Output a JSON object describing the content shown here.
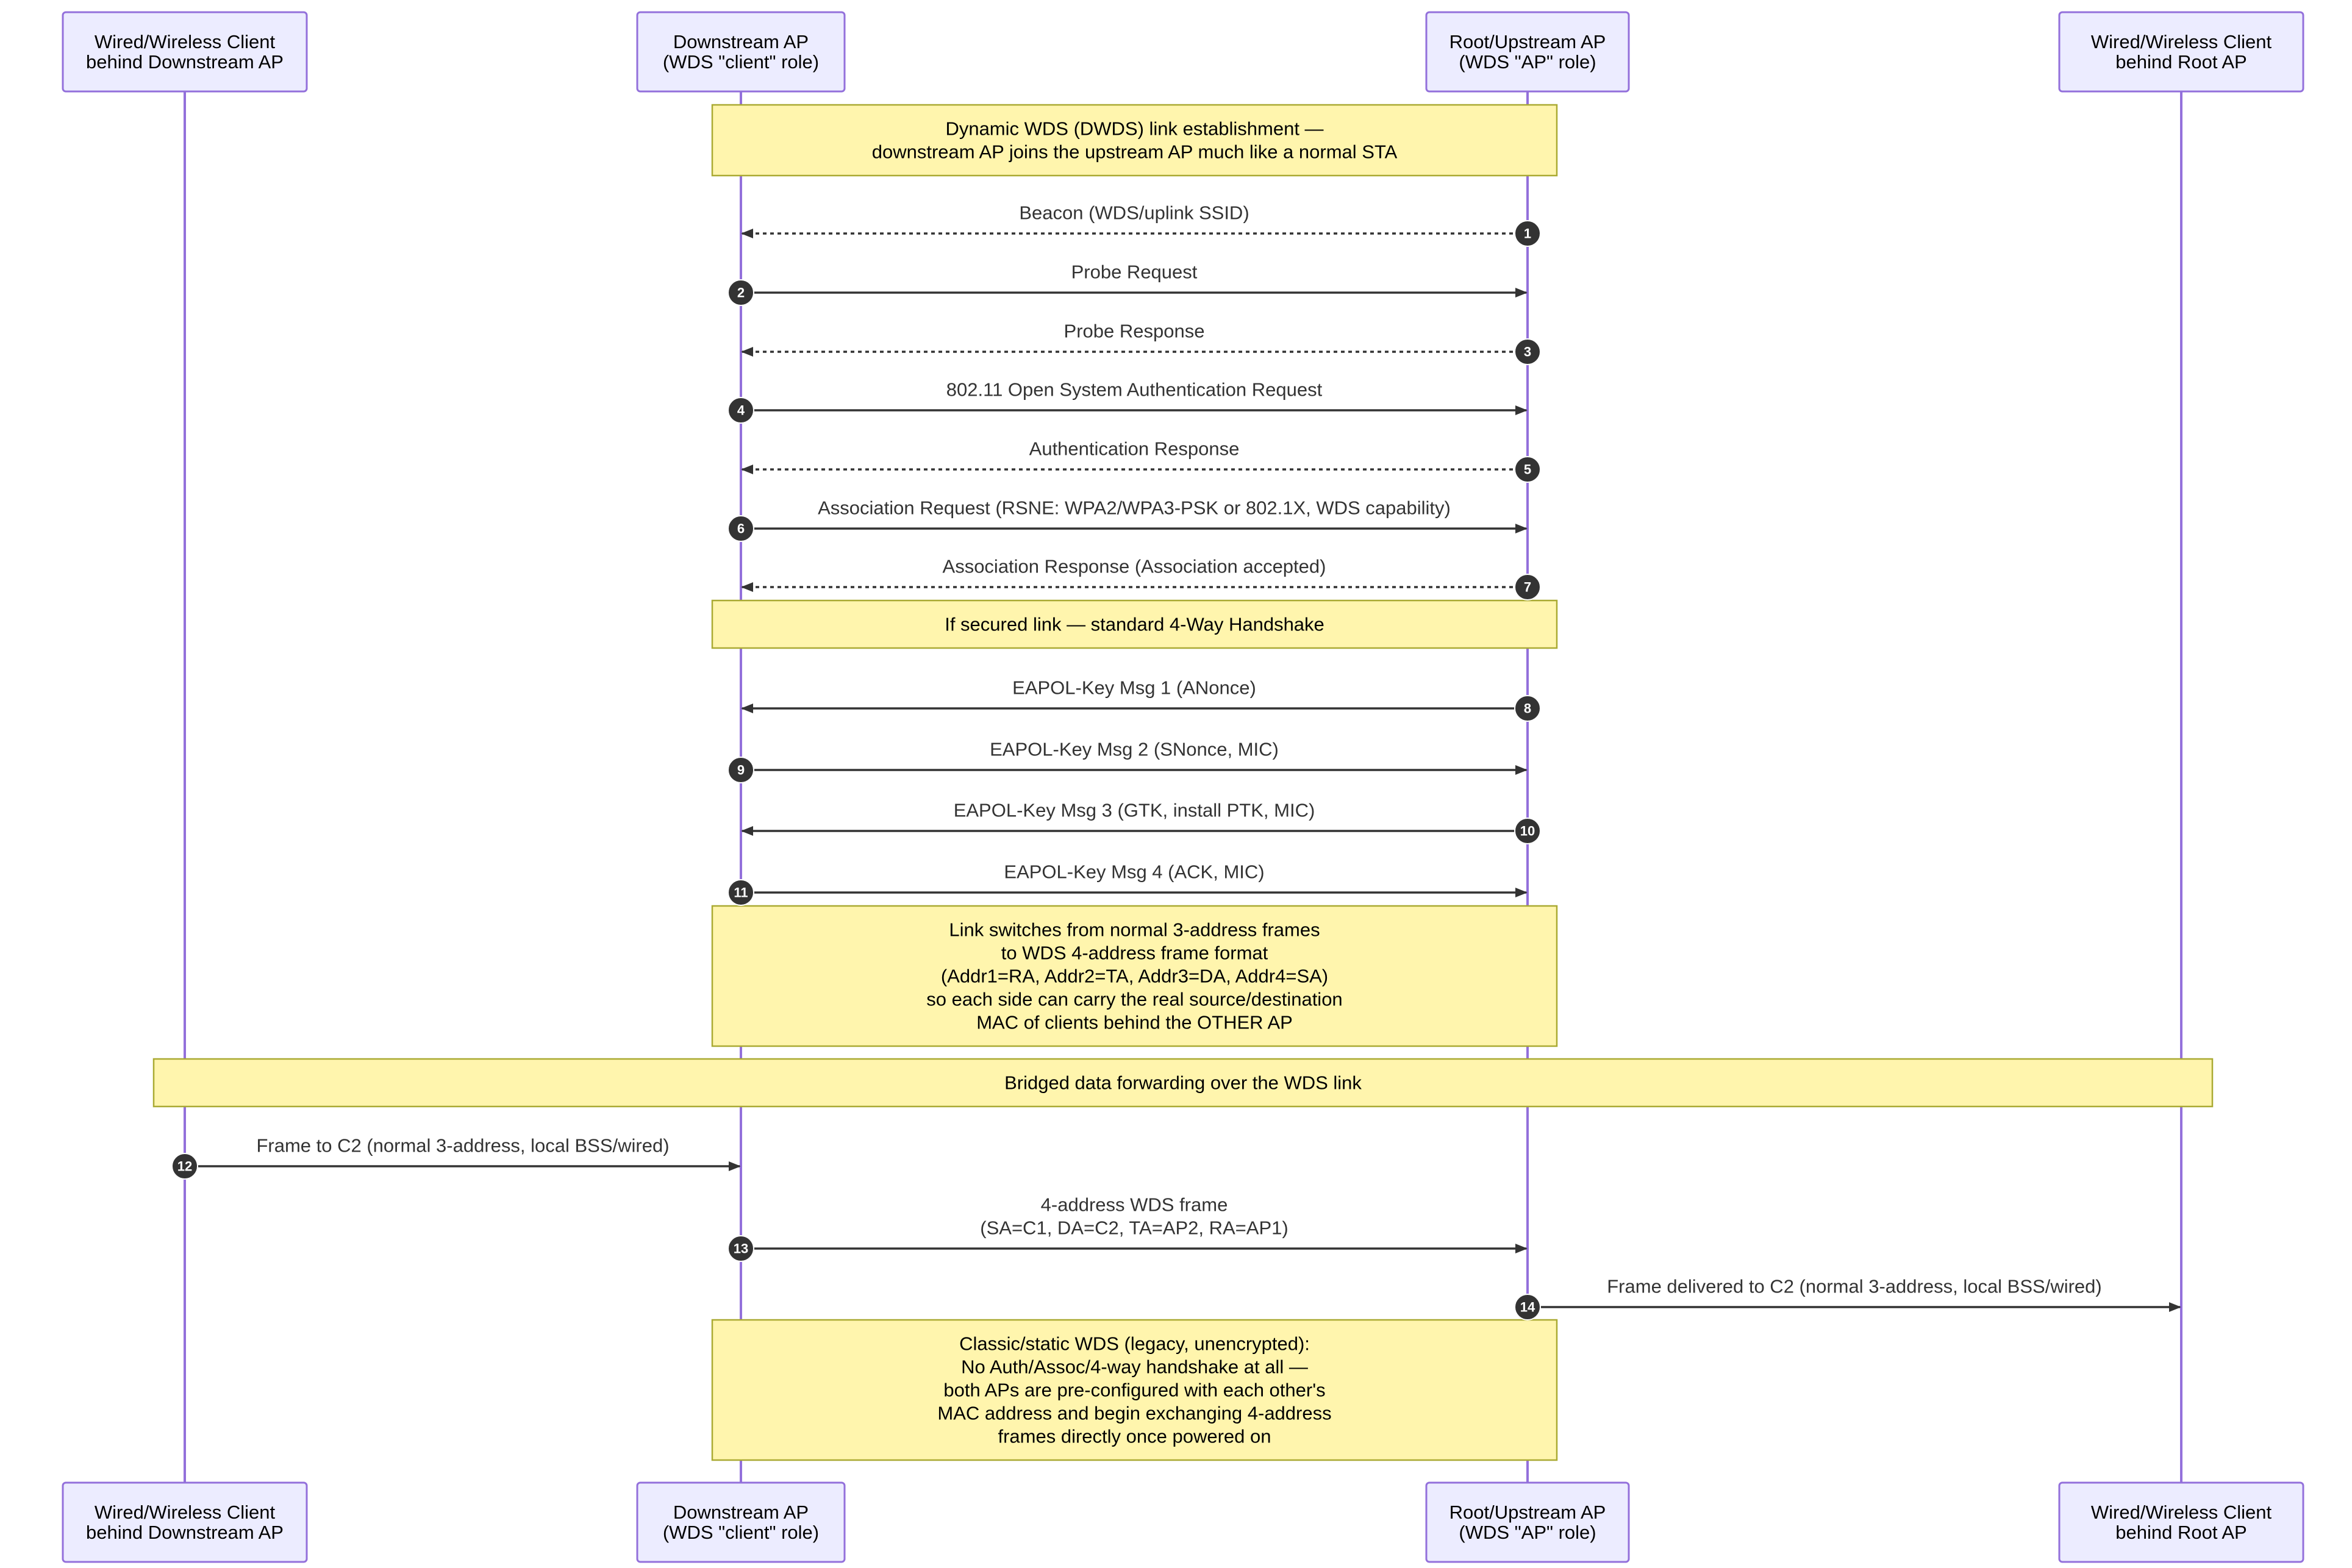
{
  "participants": [
    {
      "id": "C1",
      "label_lines": [
        "Wired/Wireless Client",
        "behind Downstream AP"
      ]
    },
    {
      "id": "AP2",
      "label_lines": [
        "Downstream AP",
        "(WDS \"client\" role)"
      ]
    },
    {
      "id": "AP1",
      "label_lines": [
        "Root/Upstream AP",
        "(WDS \"AP\" role)"
      ]
    },
    {
      "id": "C2",
      "label_lines": [
        "Wired/Wireless Client",
        "behind Root AP"
      ]
    }
  ],
  "steps": [
    {
      "kind": "note",
      "over": [
        "AP2",
        "AP1"
      ],
      "lines": [
        "Dynamic WDS (DWDS) link establishment —",
        "downstream AP joins the upstream AP much like a normal STA"
      ]
    },
    {
      "kind": "message",
      "seq": "1",
      "from": "AP1",
      "to": "AP2",
      "style": "dotted",
      "lines": [
        "Beacon (WDS/uplink SSID)"
      ]
    },
    {
      "kind": "message",
      "seq": "2",
      "from": "AP2",
      "to": "AP1",
      "style": "solid",
      "lines": [
        "Probe Request"
      ]
    },
    {
      "kind": "message",
      "seq": "3",
      "from": "AP1",
      "to": "AP2",
      "style": "dotted",
      "lines": [
        "Probe Response"
      ]
    },
    {
      "kind": "message",
      "seq": "4",
      "from": "AP2",
      "to": "AP1",
      "style": "solid",
      "lines": [
        "802.11 Open System Authentication Request"
      ]
    },
    {
      "kind": "message",
      "seq": "5",
      "from": "AP1",
      "to": "AP2",
      "style": "dotted",
      "lines": [
        "Authentication Response"
      ]
    },
    {
      "kind": "message",
      "seq": "6",
      "from": "AP2",
      "to": "AP1",
      "style": "solid",
      "lines": [
        "Association Request (RSNE: WPA2/WPA3-PSK or 802.1X, WDS capability)"
      ]
    },
    {
      "kind": "message",
      "seq": "7",
      "from": "AP1",
      "to": "AP2",
      "style": "dotted",
      "lines": [
        "Association Response (Association accepted)"
      ]
    },
    {
      "kind": "note",
      "over": [
        "AP2",
        "AP1"
      ],
      "lines": [
        "If secured link — standard 4-Way Handshake"
      ]
    },
    {
      "kind": "message",
      "seq": "8",
      "from": "AP1",
      "to": "AP2",
      "style": "solid",
      "lines": [
        "EAPOL-Key Msg 1 (ANonce)"
      ]
    },
    {
      "kind": "message",
      "seq": "9",
      "from": "AP2",
      "to": "AP1",
      "style": "solid",
      "lines": [
        "EAPOL-Key Msg 2 (SNonce, MIC)"
      ]
    },
    {
      "kind": "message",
      "seq": "10",
      "from": "AP1",
      "to": "AP2",
      "style": "solid",
      "lines": [
        "EAPOL-Key Msg 3 (GTK, install PTK, MIC)"
      ]
    },
    {
      "kind": "message",
      "seq": "11",
      "from": "AP2",
      "to": "AP1",
      "style": "solid",
      "lines": [
        "EAPOL-Key Msg 4 (ACK, MIC)"
      ]
    },
    {
      "kind": "note",
      "over": [
        "AP2",
        "AP1"
      ],
      "lines": [
        "Link switches from normal 3-address frames",
        "to WDS 4-address frame format",
        "(Addr1=RA, Addr2=TA, Addr3=DA, Addr4=SA)",
        "so each side can carry the real source/destination",
        "MAC of clients behind the OTHER AP"
      ]
    },
    {
      "kind": "note",
      "over": [
        "C1",
        "C2"
      ],
      "lines": [
        "Bridged data forwarding over the WDS link"
      ]
    },
    {
      "kind": "message",
      "seq": "12",
      "from": "C1",
      "to": "AP2",
      "style": "solid",
      "lines": [
        "Frame to C2 (normal 3-address, local BSS/wired)"
      ]
    },
    {
      "kind": "message",
      "seq": "13",
      "from": "AP2",
      "to": "AP1",
      "style": "solid",
      "lines": [
        "4-address WDS frame",
        "(SA=C1, DA=C2, TA=AP2, RA=AP1)"
      ]
    },
    {
      "kind": "message",
      "seq": "14",
      "from": "AP1",
      "to": "C2",
      "style": "solid",
      "lines": [
        "Frame delivered to C2 (normal 3-address, local BSS/wired)"
      ]
    },
    {
      "kind": "note",
      "over": [
        "AP2",
        "AP1"
      ],
      "lines": [
        "Classic/static WDS (legacy, unencrypted):",
        "No Auth/Assoc/4-way handshake at all —",
        "both APs are pre-configured with each other's",
        "MAC address and begin exchanging 4-address",
        "frames directly once powered on"
      ]
    }
  ],
  "colors": {
    "actor_fill": "#ececff",
    "actor_border": "#9370db",
    "lifeline": "#9370db",
    "note_fill": "#fff5ad",
    "note_border": "#aaaa33",
    "message_line": "#333333",
    "sequence_badge": "#333333"
  }
}
